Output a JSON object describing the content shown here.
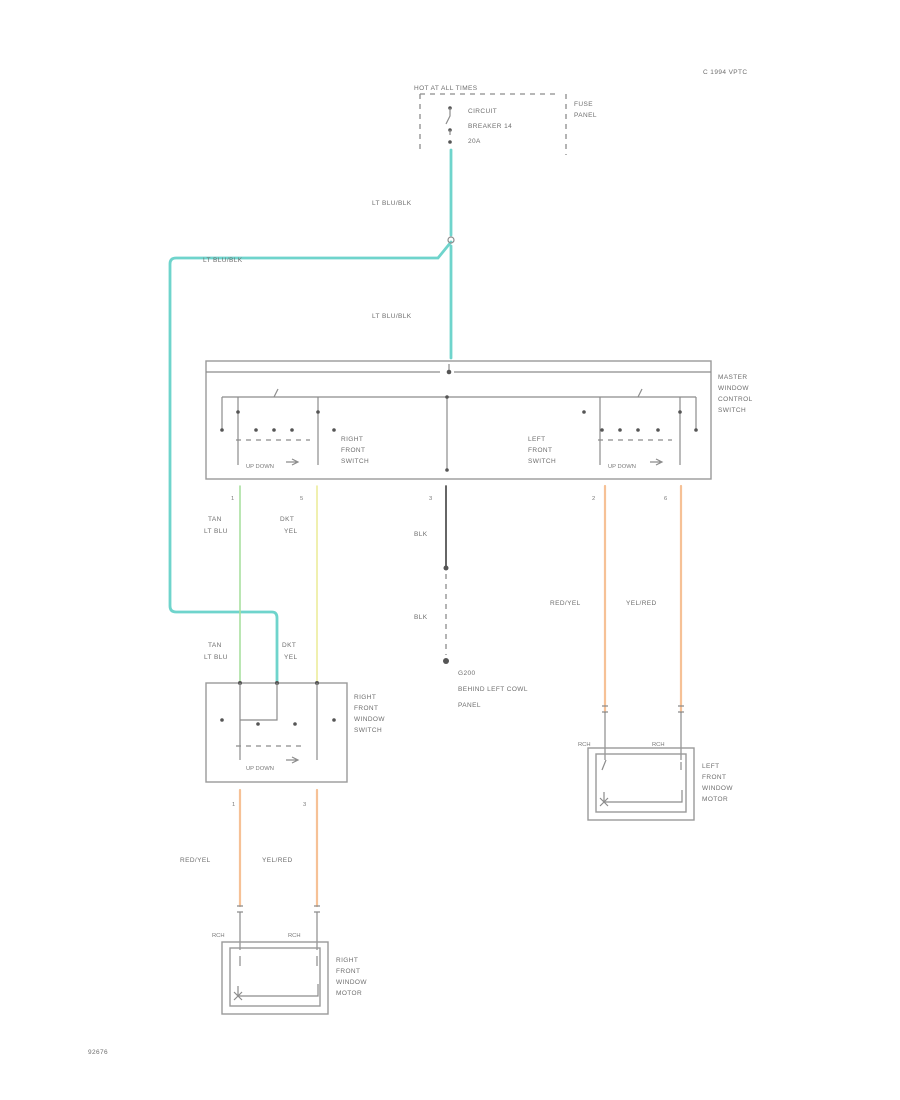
{
  "header": {
    "ref": "C 1994 VPTC"
  },
  "footer": {
    "code": "92676"
  },
  "power": {
    "source": "HOT AT ALL TIMES",
    "breaker": [
      "CIRCUIT",
      "BREAKER 14",
      "20A"
    ],
    "panel": [
      "FUSE",
      "PANEL"
    ]
  },
  "wires": {
    "upper": "LT BLU/BLK",
    "branch": "LT BLU/BLK",
    "lower": "LT BLU/BLK",
    "rf_tan": [
      "TAN",
      "LT BLU"
    ],
    "rf_dkt": [
      "DKT",
      "YEL"
    ],
    "gnd1": "BLK",
    "gnd2": "BLK",
    "lf_red": "RED/YEL",
    "lf_yel": "YEL/RED",
    "rrs_tan": [
      "TAN",
      "LT BLU"
    ],
    "rrs_dkt": [
      "DKT",
      "YEL"
    ],
    "rm_red": "RED/YEL",
    "rm_yel": "YEL/RED"
  },
  "master": {
    "name": [
      "MASTER",
      "WINDOW",
      "CONTROL",
      "SWITCH"
    ],
    "right": [
      "RIGHT",
      "FRONT",
      "SWITCH"
    ],
    "left": [
      "LEFT",
      "FRONT",
      "SWITCH"
    ],
    "up_down": "UP DOWN"
  },
  "pins": {
    "p1": "1",
    "p2": "5",
    "p3": "3",
    "p4": "2",
    "p5": "6",
    "rs1": "1",
    "rs2": "3"
  },
  "ground": [
    "G200",
    "BEHIND LEFT COWL",
    "PANEL"
  ],
  "right_switch": {
    "name": [
      "RIGHT",
      "FRONT",
      "WINDOW",
      "SWITCH"
    ],
    "up_down": "UP DOWN"
  },
  "left_motor": {
    "name": [
      "LEFT",
      "FRONT",
      "WINDOW",
      "MOTOR"
    ],
    "conn1": "RCH",
    "conn2": "RCH"
  },
  "right_motor": {
    "name": [
      "RIGHT",
      "FRONT",
      "WINDOW",
      "MOTOR"
    ],
    "conn1": "RCH",
    "conn2": "RCH"
  },
  "colors": {
    "lt_blu": "#6fd4cc",
    "tan": "#a8e0a0",
    "yel": "#ecec9c",
    "red_yel": "#f6c196",
    "blk": "#555555",
    "outline": "#9a9a9a"
  }
}
